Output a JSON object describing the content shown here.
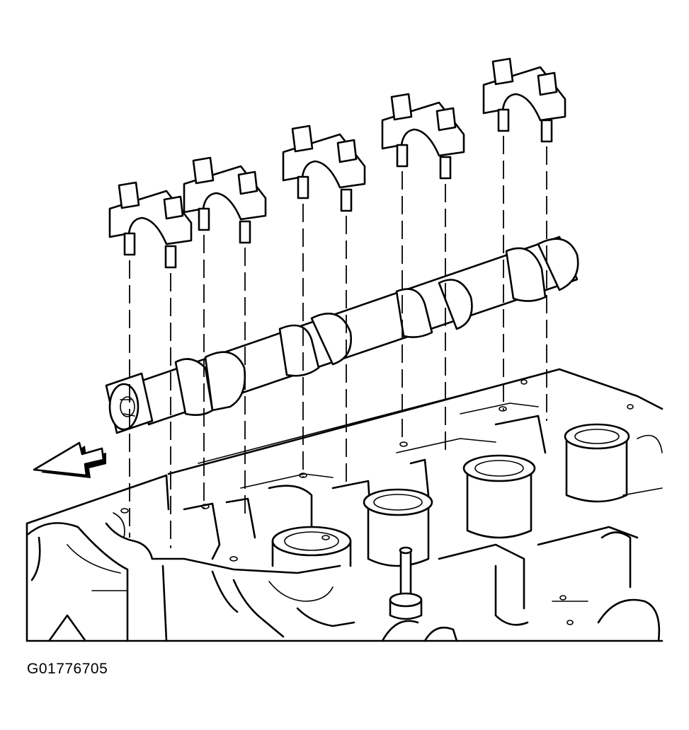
{
  "figure_id": "G01776705",
  "colors": {
    "line": "#000000",
    "background": "#ffffff"
  },
  "parts": [
    "cylinder-head",
    "camshaft",
    "camshaft-bearing-cap",
    "cap-bolt",
    "front-direction-arrow"
  ]
}
